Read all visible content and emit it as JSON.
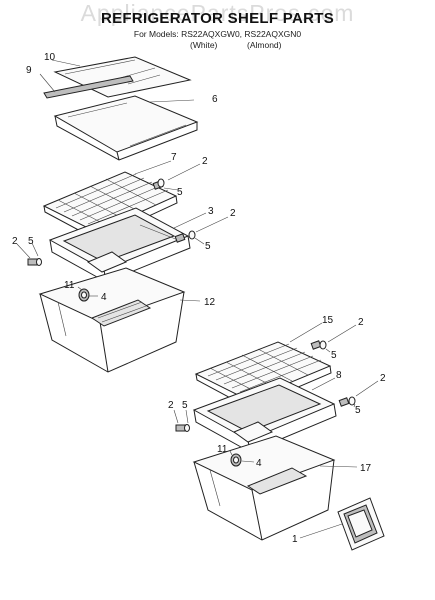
{
  "header": {
    "watermark": "AppliancePartsPros.com",
    "title": "REFRIGERATOR SHELF PARTS",
    "models": "For Models: RS22AQXGW0, RS22AQXGN0",
    "variant_white": "(White)",
    "variant_almond": "(Almond)"
  },
  "callouts": {
    "p10": "10",
    "p9": "9",
    "p6": "6",
    "p7": "7",
    "p2a": "2",
    "p5a": "5",
    "p3": "3",
    "p2b": "2",
    "p5b": "5",
    "p2c": "2",
    "p5c": "5",
    "p11a": "11",
    "p4a": "4",
    "p12": "12",
    "p15": "15",
    "p2d": "2",
    "p5d": "5",
    "p8": "8",
    "p2e": "2",
    "p5e": "5",
    "p2f": "2",
    "p5f": "5",
    "p11b": "11",
    "p4b": "4",
    "p17": "17",
    "p1": "1"
  },
  "colors": {
    "line": "#222222",
    "fill": "#fafafa",
    "shade": "#e4e4e4"
  }
}
